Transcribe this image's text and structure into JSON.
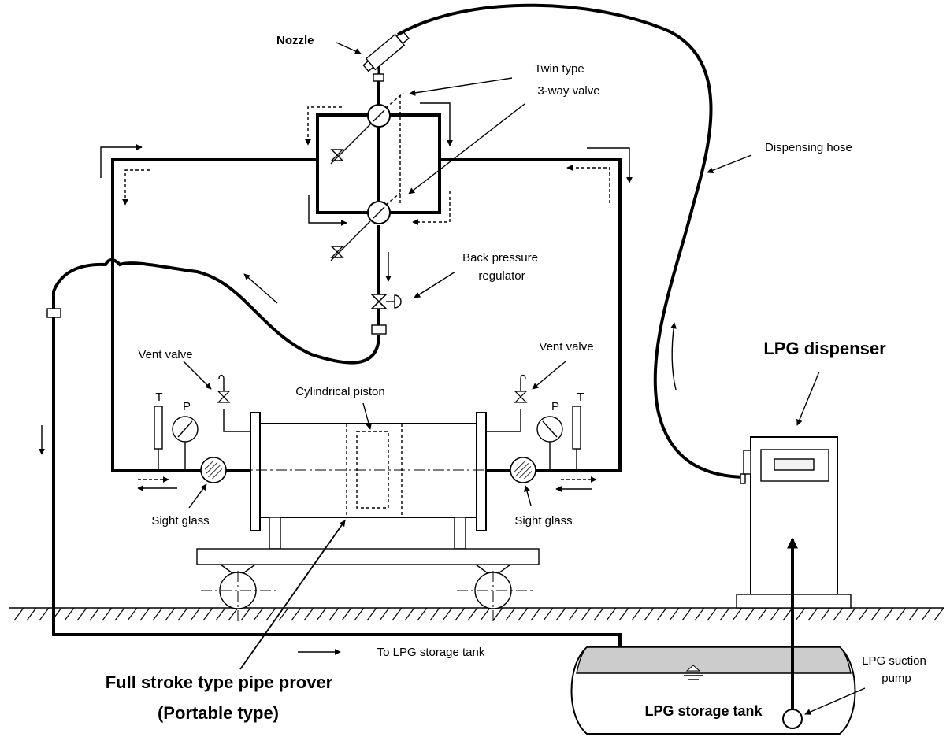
{
  "labels": {
    "nozzle": "Nozzle",
    "twin_valve_1": "Twin type",
    "twin_valve_2": "3-way valve",
    "dispensing_hose": "Dispensing hose",
    "back_pressure_1": "Back pressure",
    "back_pressure_2": "regulator",
    "lpg_dispenser": "LPG dispenser",
    "vent_valve_left": "Vent valve",
    "vent_valve_right": "Vent valve",
    "cylindrical_piston": "Cylindrical piston",
    "t_left": "T",
    "p_left": "P",
    "t_right": "T",
    "p_right": "P",
    "sight_glass_left": "Sight glass",
    "sight_glass_right": "Sight glass",
    "to_storage": "To LPG storage tank",
    "prover_title_1": "Full stroke type pipe prover",
    "prover_title_2": "(Portable type)",
    "storage_tank": "LPG storage tank",
    "suction_pump_1": "LPG suction",
    "suction_pump_2": "pump"
  }
}
